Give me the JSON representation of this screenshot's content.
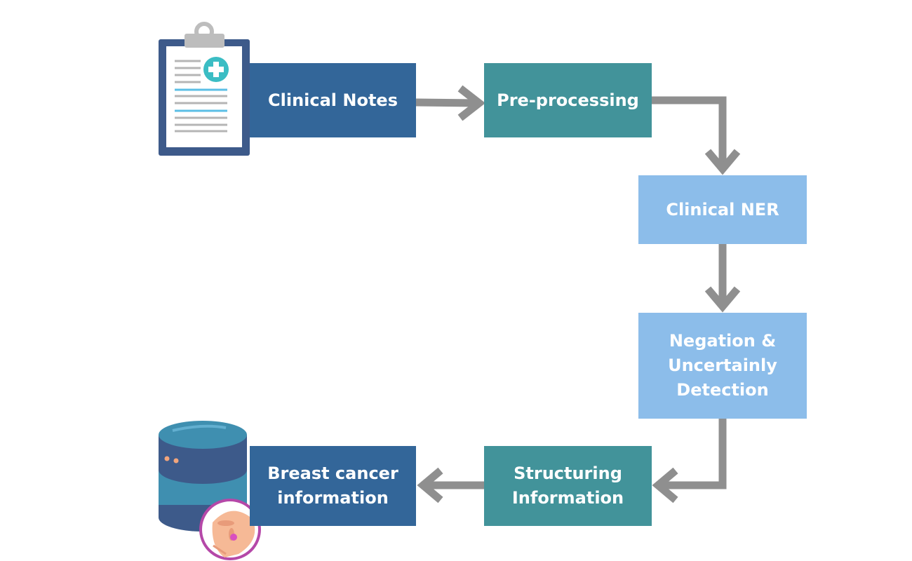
{
  "colors": {
    "dark_blue": "#336699",
    "teal": "#42939a",
    "light_blue": "#8cbdea",
    "arrow": "#8f8f8f"
  },
  "nodes": {
    "clinical_notes": "Clinical Notes",
    "pre_processing": "Pre-processing",
    "clinical_ner": "Clinical NER",
    "negation": [
      "Negation &",
      "Uncertainly",
      "Detection"
    ],
    "structuring": [
      "Structuring",
      "Information"
    ],
    "breast_cancer": [
      "Breast cancer",
      "information"
    ]
  },
  "icons": {
    "notes": "clipboard-medical-icon",
    "database": "database-icon",
    "breast": "breast-cancer-icon"
  }
}
